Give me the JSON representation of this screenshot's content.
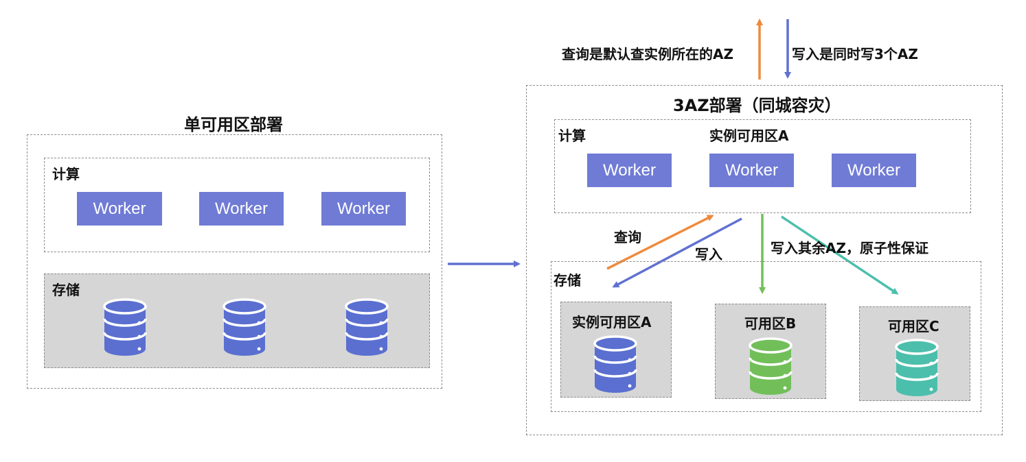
{
  "left": {
    "title": "单可用区部署",
    "compute_label": "计算",
    "workers": [
      "Worker",
      "Worker",
      "Worker"
    ],
    "storage_label": "存储"
  },
  "right": {
    "title": "3AZ部署（同城容灾）",
    "compute_label": "计算",
    "zone_label": "实例可用区A",
    "workers": [
      "Worker",
      "Worker",
      "Worker"
    ],
    "storage_label": "存储",
    "storage_zones": [
      "实例可用区A",
      "可用区B",
      "可用区C"
    ]
  },
  "annotations": {
    "query_default": "查询是默认查实例所在的AZ",
    "write_all": "写入是同时写3个AZ",
    "query": "查询",
    "write": "写入",
    "write_rest": "写入其余AZ，原子性保证"
  },
  "colors": {
    "worker": "#6f7bd5",
    "db_blue": "#5a6fd0",
    "db_green": "#72bf5a",
    "db_teal": "#4cbfac",
    "arrow_orange": "#ee8a3c",
    "arrow_blue": "#6070d2",
    "arrow_green": "#72bf5a",
    "arrow_teal": "#4cbfac"
  }
}
